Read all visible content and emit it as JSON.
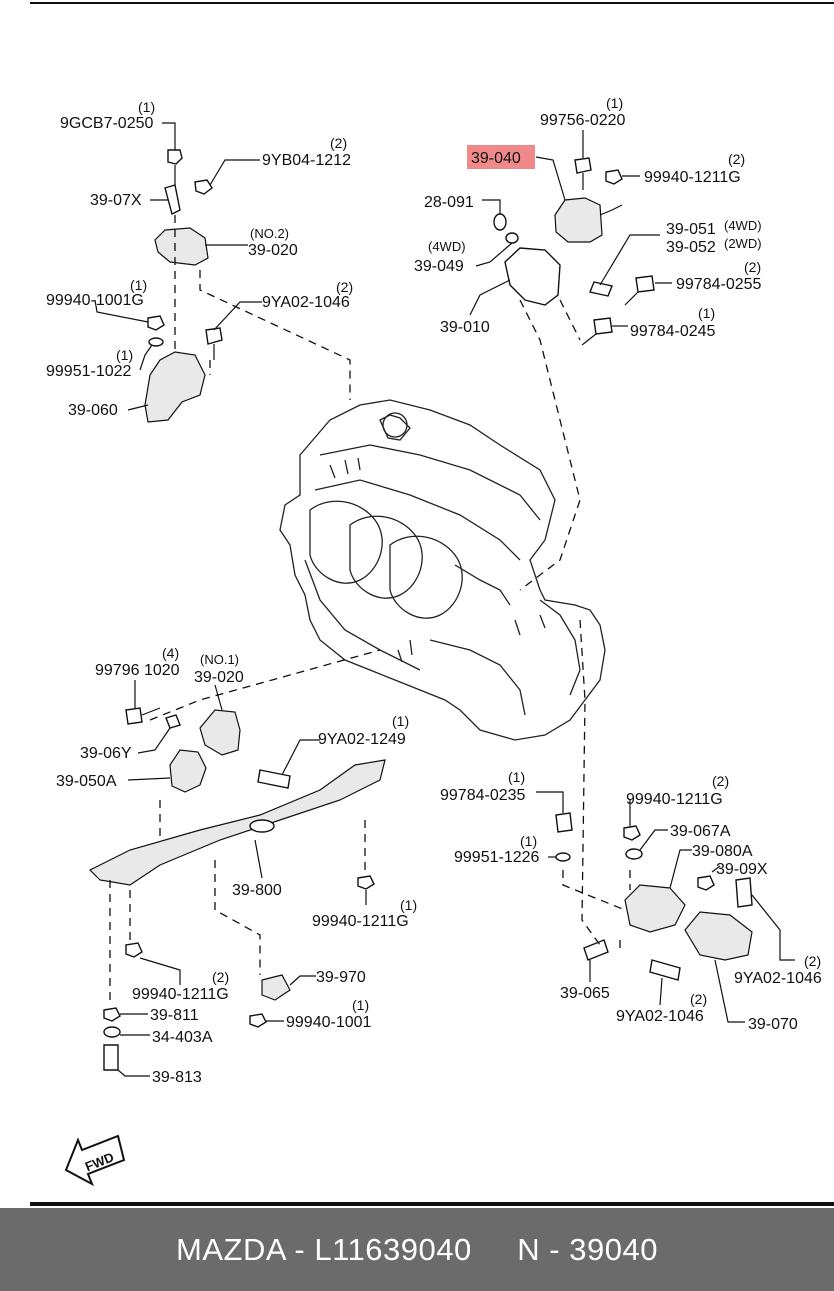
{
  "labels": {
    "p9gcb7": "9GCB7-0250",
    "p9gcb7_q": "(1)",
    "p9yb04": "9YB04-1212",
    "p9yb04_q": "(2)",
    "p3907x": "39-07X",
    "no2": "(NO.2)",
    "p39020a": "39-020",
    "p99940_1001g": "99940-1001G",
    "p99940_1001g_q": "(1)",
    "p9ya02a": "9YA02-1046",
    "p9ya02a_q": "(2)",
    "p99951_1022": "99951-1022",
    "p99951_1022_q": "(1)",
    "p39060": "39-060",
    "p99756": "99756-0220",
    "p99756_q": "(1)",
    "p39040": "39-040",
    "p99940_1211g_a": "99940-1211G",
    "p99940_1211g_a_q": "(2)",
    "p28091": "28-091",
    "p39051": "39-051",
    "p39051_note": "(4WD)",
    "p39052": "39-052",
    "p39052_note": "(2WD)",
    "p4wd": "(4WD)",
    "p39049": "39-049",
    "p99784_0255": "99784-0255",
    "p99784_0255_q": "(2)",
    "p39010": "39-010",
    "p99784_0245": "99784-0245",
    "p99784_0245_q": "(1)",
    "p99796": "99796 1020",
    "p99796_q": "(4)",
    "no1": "(NO.1)",
    "p39020b": "39-020",
    "p3906y": "39-06Y",
    "p39050a": "39-050A",
    "p9ya02_1249": "9YA02-1249",
    "p9ya02_1249_q": "(1)",
    "p39800": "39-800",
    "p99940_1211g_b": "99940-1211G",
    "p99940_1211g_b_q": "(1)",
    "p99940_1211g_c": "99940-1211G",
    "p99940_1211g_c_q": "(2)",
    "p39811": "39-811",
    "p34403a": "34-403A",
    "p39813": "39-813",
    "p39970": "39-970",
    "p99940_1001": "99940-1001",
    "p99940_1001_q": "(1)",
    "p99784_0235": "99784-0235",
    "p99784_0235_q": "(1)",
    "p99951_1226": "99951-1226",
    "p99951_1226_q": "(1)",
    "p99940_1211g_d": "99940-1211G",
    "p99940_1211g_d_q": "(2)",
    "p39067a": "39-067A",
    "p39080a": "39-080A",
    "p3909x": "39-09X",
    "p9ya02b": "9YA02-1046",
    "p9ya02b_q": "(2)",
    "p39065": "39-065",
    "p9ya02c": "9YA02-1046",
    "p9ya02c_q": "(2)",
    "p39070": "39-070",
    "fwd": "FWD"
  },
  "highlight_color": "#f08a8a",
  "footer": {
    "text": "MAZDA - L11639040     N - 39040",
    "background": "#6b6b6b",
    "color": "#ffffff"
  },
  "icons": [
    "fwd-arrow-icon"
  ]
}
